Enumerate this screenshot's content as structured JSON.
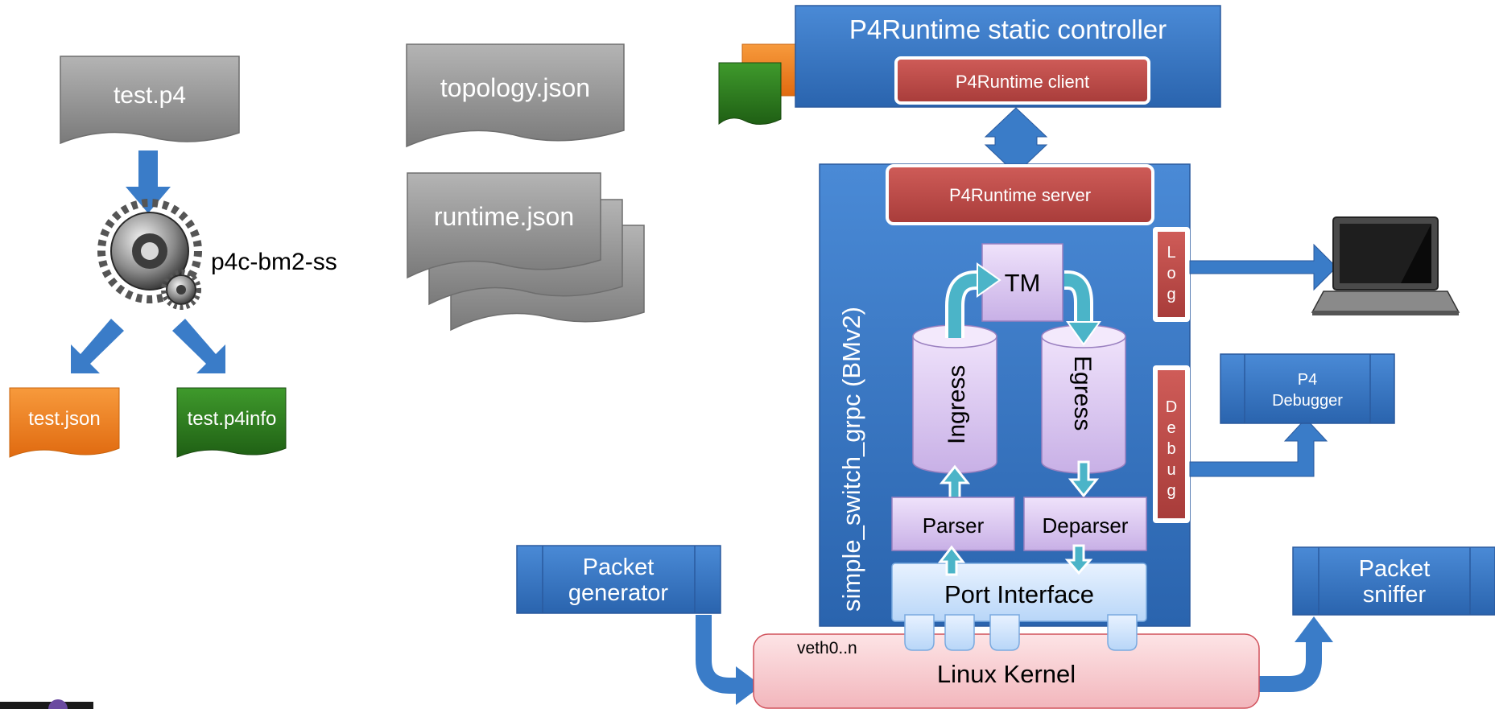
{
  "files": {
    "source": "test.p4",
    "compiler": "p4c-bm2-ss",
    "json_out": "test.json",
    "p4info_out": "test.p4info",
    "topology": "topology.json",
    "runtime": "runtime.json"
  },
  "controller": {
    "title": "P4Runtime static controller",
    "client": "P4Runtime client"
  },
  "switch": {
    "title": "simple_switch_grpc  (BMv2)",
    "server": "P4Runtime server",
    "tm": "TM",
    "ingress": "Ingress",
    "egress": "Egress",
    "parser": "Parser",
    "deparser": "Deparser",
    "port_interface": "Port Interface",
    "log_letters": [
      "L",
      "o",
      "g"
    ],
    "debug_letters": [
      "D",
      "e",
      "b",
      "u",
      "g"
    ]
  },
  "debugger": {
    "line1": "P4",
    "line2": "Debugger"
  },
  "generator": {
    "line1": "Packet",
    "line2": "generator"
  },
  "sniffer": {
    "line1": "Packet",
    "line2": "sniffer"
  },
  "kernel": {
    "label": "Linux Kernel",
    "veth": "veth0..n"
  },
  "colors": {
    "blue": "#3a7cc8",
    "red": "#c0504d",
    "gray": "#8c8c8c",
    "orange": "#f07d14",
    "green": "#2e7d1e",
    "cyan": "#4bb4c8",
    "lavender": "#dcc8f0",
    "pink": "#f6c8cc"
  }
}
